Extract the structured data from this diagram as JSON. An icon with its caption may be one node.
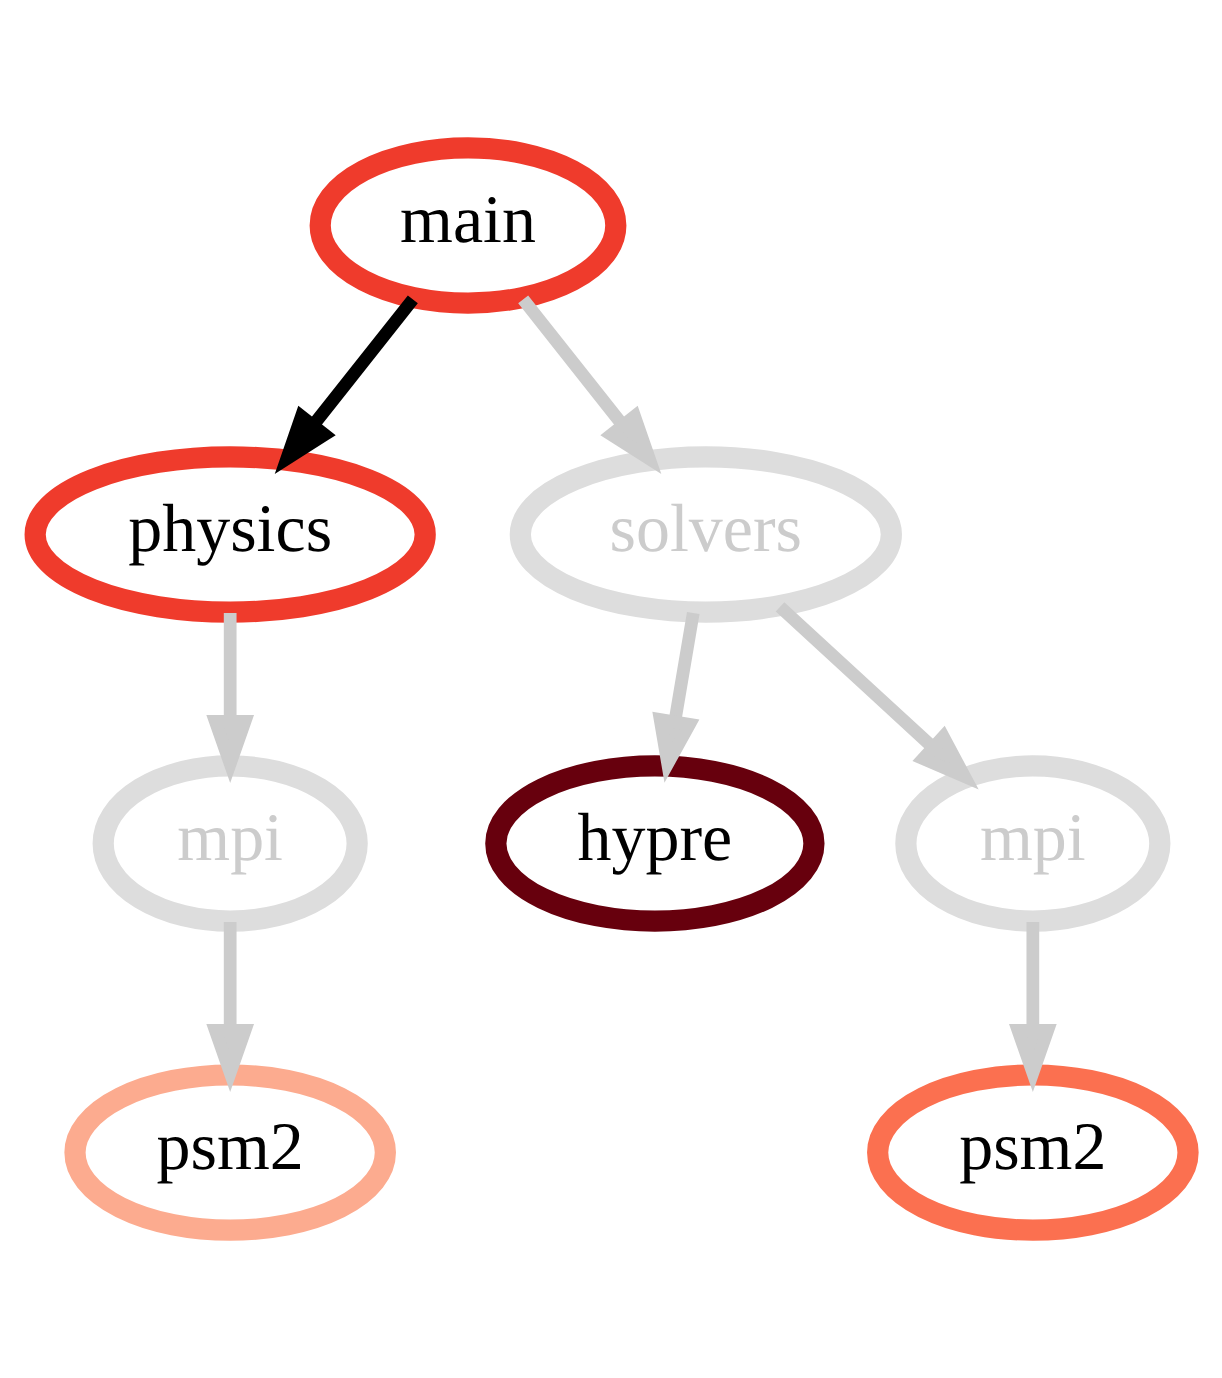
{
  "diagram": {
    "nodes": [
      {
        "text": [
          "main"
        ]
      },
      {
        "text": [
          "physics"
        ]
      },
      {
        "text": [
          "solvers"
        ]
      },
      {
        "text": [
          "mpi"
        ]
      },
      {
        "text": [
          "hypre"
        ]
      },
      {
        "text": [
          "mpi"
        ]
      },
      {
        "text": [
          "psm2"
        ]
      },
      {
        "text": [
          "psm2"
        ]
      }
    ],
    "edges": [
      {
        "from": 0,
        "to": 1,
        "arrow": "to",
        "color": "#000000"
      },
      {
        "from": 0,
        "to": 2,
        "arrow": "to"
      },
      {
        "from": 1,
        "to": 3,
        "arrow": "to"
      },
      {
        "from": 2,
        "to": 4,
        "arrow": "to"
      },
      {
        "from": 2,
        "to": 5,
        "arrow": "to"
      },
      {
        "from": 3,
        "to": 6,
        "arrow": "to"
      },
      {
        "from": 5,
        "to": 7,
        "arrow": "to"
      }
    ]
  }
}
